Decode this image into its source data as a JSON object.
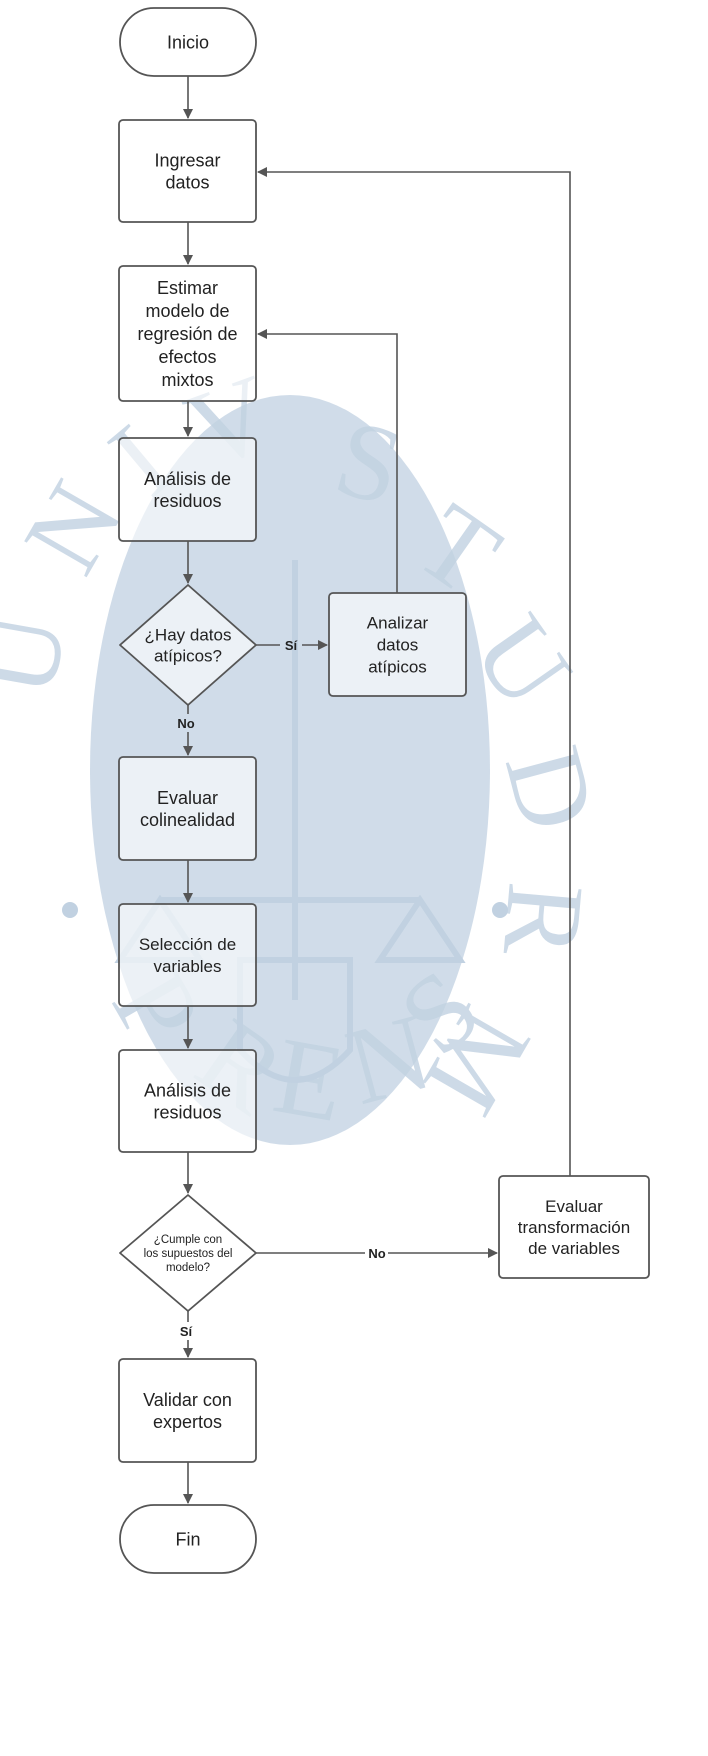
{
  "watermark": {
    "ring_text": "UNIVERSITAS · STUDIORUM · PIURENSIS",
    "color": "#5b86b0"
  },
  "nodes": {
    "inicio": [
      "Inicio"
    ],
    "ingresar": [
      "Ingresar",
      "datos"
    ],
    "estimar": [
      "Estimar",
      "modelo de",
      "regresión de",
      "efectos",
      "mixtos"
    ],
    "analisis1": [
      "Análisis de",
      "residuos"
    ],
    "hay_atipicos": [
      "¿Hay datos",
      "atípicos?"
    ],
    "analizar": [
      "Analizar",
      "datos",
      "atípicos"
    ],
    "colinealidad": [
      "Evaluar",
      "colinealidad"
    ],
    "seleccion": [
      "Selección de",
      "variables"
    ],
    "analisis2": [
      "Análisis de",
      "residuos"
    ],
    "cumple": [
      "¿Cumple con",
      "los supuestos del",
      "modelo?"
    ],
    "transformacion": [
      "Evaluar",
      "transformación",
      "de variables"
    ],
    "validar": [
      "Validar con",
      "expertos"
    ],
    "fin": [
      "Fin"
    ]
  },
  "edge_labels": {
    "si_atipicos": "Sí",
    "no_atipicos": "No",
    "no_cumple": "No",
    "si_cumple": "Sí"
  },
  "colors": {
    "stroke": "#555555",
    "text": "#222222",
    "watermark": "#5b86b0"
  }
}
